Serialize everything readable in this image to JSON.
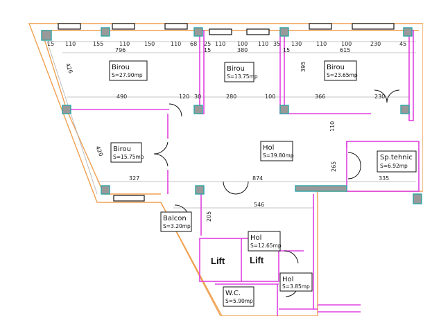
{
  "rooms": {
    "birou1": {
      "name": "Birou",
      "area": "S=27.90mp"
    },
    "birou2": {
      "name": "Birou",
      "area": "S=13.75mp"
    },
    "birou3": {
      "name": "Birou",
      "area": "S=23.65mp"
    },
    "birou4": {
      "name": "Birou",
      "area": "S=15.75mp"
    },
    "hol_main": {
      "name": "Hol",
      "area": "S=39.80mp"
    },
    "sp_tehnic": {
      "name": "Sp.tehnic",
      "area": "S=6.92mp"
    },
    "balcon": {
      "name": "Balcon",
      "area": "S=3.20mp"
    },
    "hol2": {
      "name": "Hol",
      "area": "S=12.65mp"
    },
    "hol3": {
      "name": "Hol",
      "area": "S=3.85mp"
    },
    "wc": {
      "name": "W.C.",
      "area": "S=5.90mp"
    },
    "lift1": {
      "name": "Lift"
    },
    "lift2": {
      "name": "Lift"
    }
  },
  "dimensions": {
    "top_row": [
      "110",
      "155",
      "110",
      "150",
      "110",
      "68",
      "25",
      "110",
      "100",
      "110",
      "35",
      "130",
      "110",
      "100",
      "230",
      "45"
    ],
    "top_left_15": "15",
    "top_right_15": "15",
    "span_796": "796",
    "span_380": "380",
    "span_615": "615",
    "d426": "426",
    "d395": "395",
    "d490": "490",
    "d120": "120",
    "d30": "30",
    "d280": "280",
    "d100": "100",
    "d366": "366",
    "d230": "230",
    "d110_v": "110",
    "d420": "420",
    "d327": "327",
    "d874": "874",
    "d265": "265",
    "d335": "335",
    "d546": "546",
    "d205": "205"
  }
}
